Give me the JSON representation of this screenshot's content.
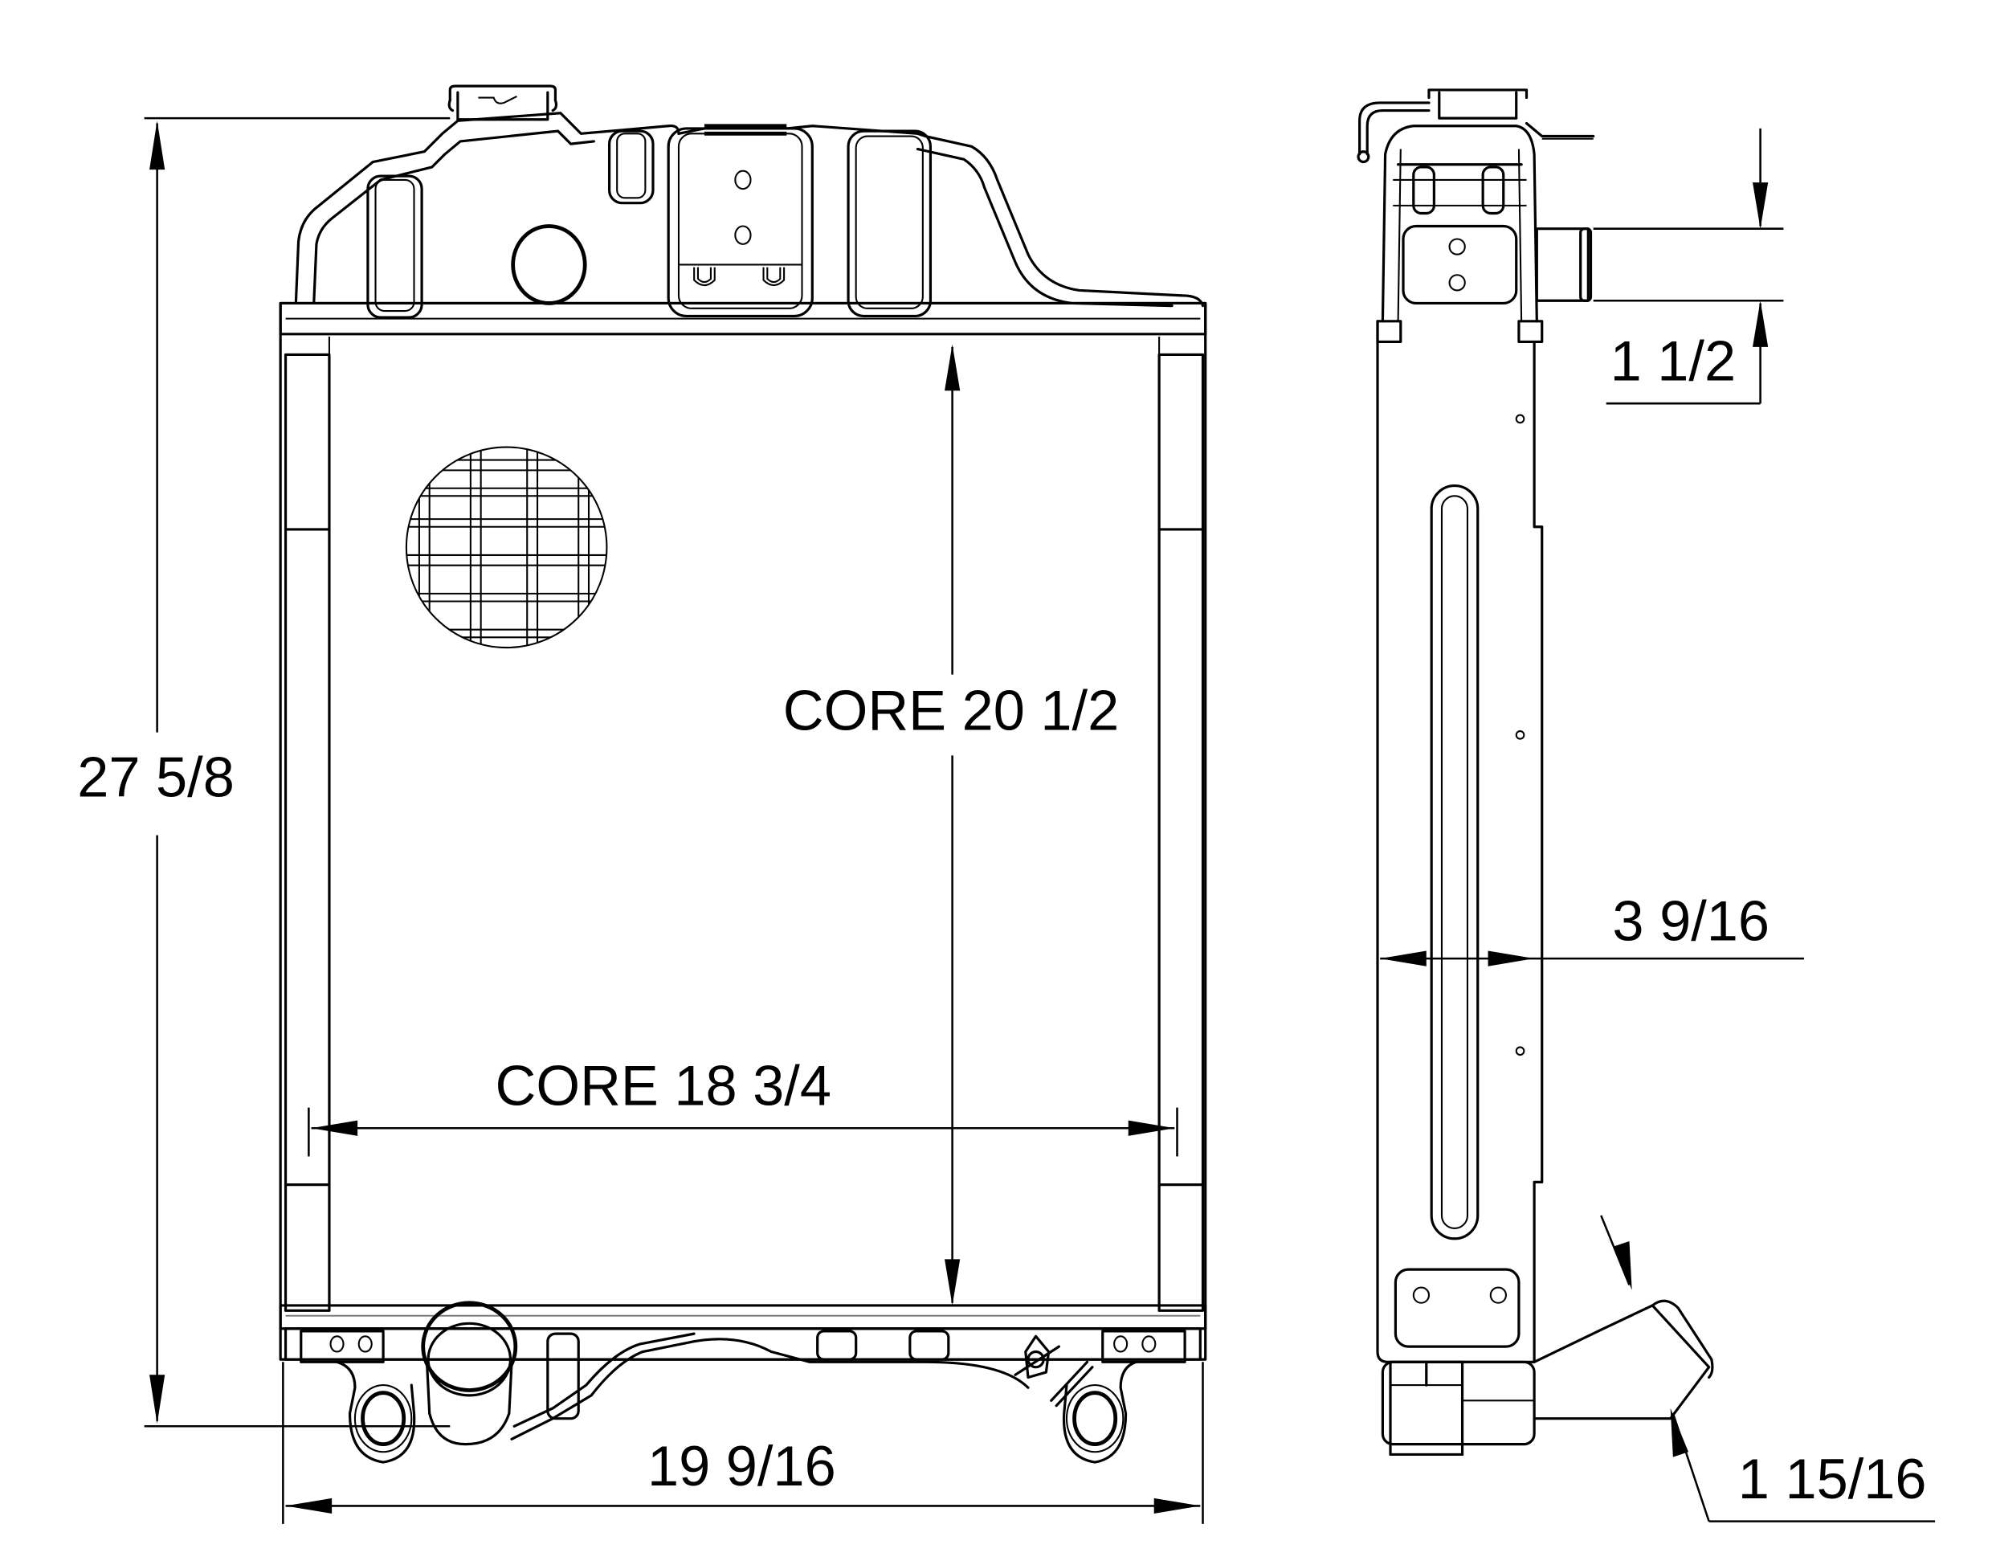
{
  "drawing": {
    "subject": "radiator",
    "views": [
      {
        "name": "front",
        "label": ""
      },
      {
        "name": "side",
        "label": ""
      }
    ],
    "line_color": "#000000",
    "secondary_line_color": "#7a7a7a",
    "background": "#ffffff"
  },
  "dimensions": {
    "overall_height": "27 5/8",
    "core_height": "CORE 20 1/2",
    "core_width": "CORE 18 3/4",
    "overall_width": "19 9/16",
    "upper_hose_diameter": "1 1/2",
    "depth": "3 9/16",
    "lower_hose_diameter": "1 15/16"
  }
}
